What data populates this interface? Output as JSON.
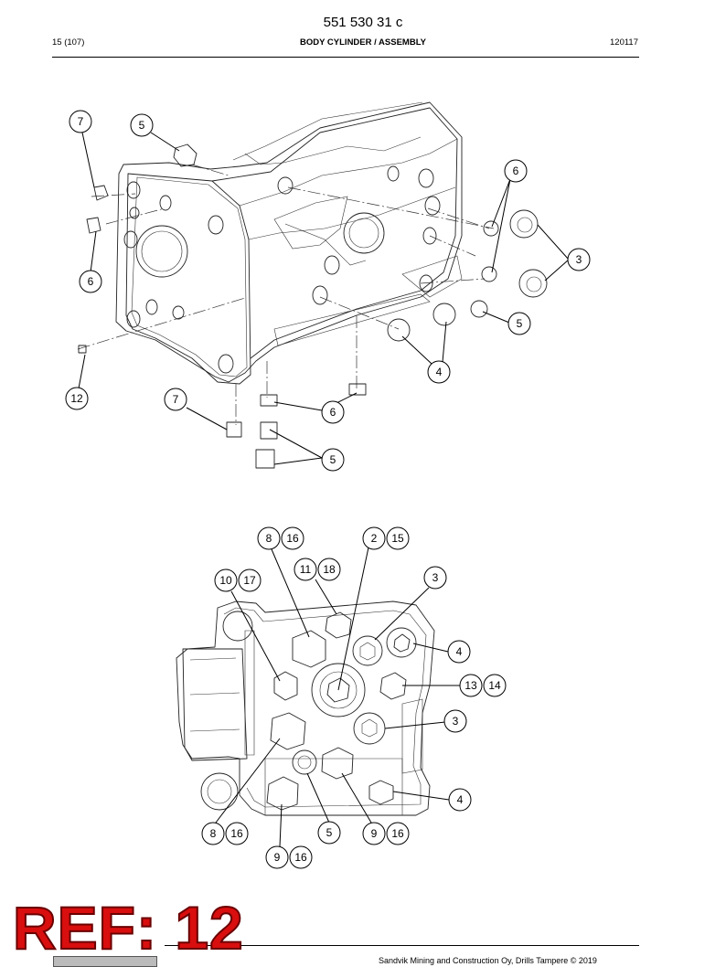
{
  "header": {
    "doc_number": "551 530 31 c",
    "page_ref": "15 (107)",
    "title": "BODY CYLINDER / ASSEMBLY",
    "date_code": "120117"
  },
  "footer": {
    "copyright": "Sandvik Mining and Construction Oy, Drills Tampere © 2019"
  },
  "stamp": {
    "text": "REF: 12",
    "color": "#d90e0e"
  },
  "figure_top": {
    "callouts": [
      "7",
      "5",
      "6",
      "3",
      "6",
      "5",
      "4",
      "12",
      "7",
      "6",
      "5"
    ]
  },
  "figure_bottom": {
    "callouts": [
      "8",
      "16",
      "2",
      "15",
      "11",
      "18",
      "10",
      "17",
      "3",
      "4",
      "13",
      "14",
      "3",
      "4",
      "8",
      "16",
      "5",
      "9",
      "16",
      "9",
      "16"
    ]
  }
}
